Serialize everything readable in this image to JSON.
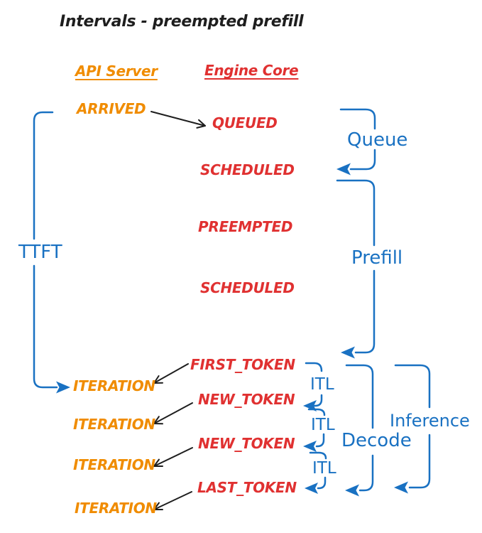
{
  "title": "Intervals - preempted prefill",
  "columns": {
    "api_server": "API Server",
    "engine_core": "Engine Core"
  },
  "api_events": {
    "arrived": "ARRIVED",
    "iteration_1": "ITERATION",
    "iteration_2": "ITERATION",
    "iteration_3": "ITERATION",
    "iteration_4": "ITERATION"
  },
  "engine_events": {
    "queued": "QUEUED",
    "scheduled_1": "SCHEDULED",
    "preempted": "PREEMPTED",
    "scheduled_2": "SCHEDULED",
    "first_token": "FIRST_TOKEN",
    "new_token_1": "NEW_TOKEN",
    "new_token_2": "NEW_TOKEN",
    "last_token": "LAST_TOKEN"
  },
  "intervals": {
    "ttft": "TTFT",
    "queue": "Queue",
    "prefill": "Prefill",
    "itl_1": "ITL",
    "itl_2": "ITL",
    "itl_3": "ITL",
    "decode": "Decode",
    "inference": "Inference"
  },
  "colors": {
    "title_text": "#1e1e1e",
    "api_server": "#f08c00",
    "engine_core": "#e03131",
    "interval_blue": "#1971c2"
  }
}
